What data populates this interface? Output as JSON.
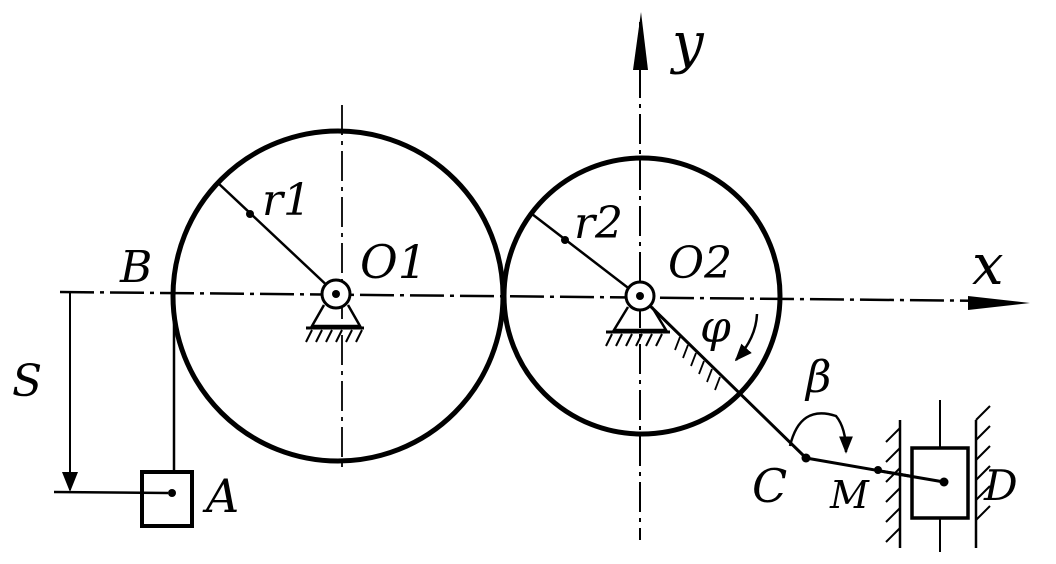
{
  "labels": {
    "r1": "r1",
    "r2": "r2",
    "o1": "O1",
    "o2": "O2",
    "point_b": "B",
    "point_a": "A",
    "point_c": "C",
    "point_d": "D",
    "point_m": "M",
    "angle_phi": "φ",
    "angle_beta": "β",
    "displacement_s": "S",
    "axis_x": "x",
    "axis_y": "y"
  },
  "colors": {
    "ink": "#000000",
    "paper": "#ffffff"
  }
}
